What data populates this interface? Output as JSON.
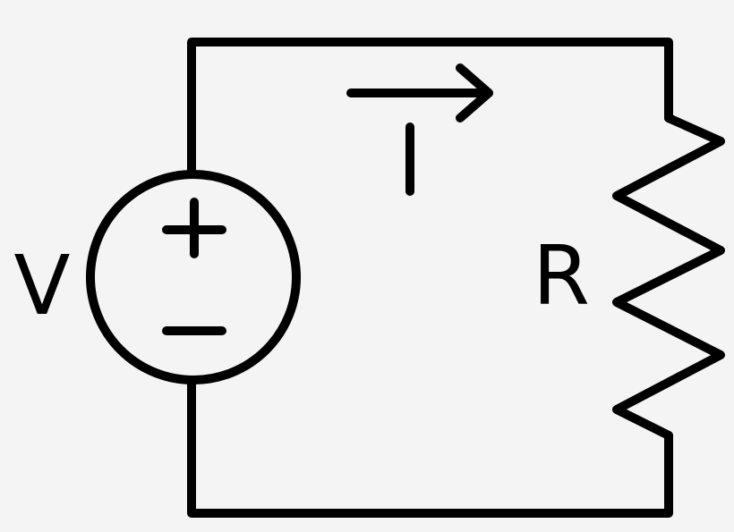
{
  "colors": {
    "background": "#f4f4f4",
    "ink": "#000000"
  },
  "diagram": {
    "kind": "series-circuit",
    "components": {
      "voltage_source": {
        "label": "V",
        "positive_symbol": "+",
        "negative_symbol": "−"
      },
      "resistor": {
        "label": "R"
      },
      "current": {
        "label": "I",
        "direction": "clockwise"
      }
    }
  }
}
